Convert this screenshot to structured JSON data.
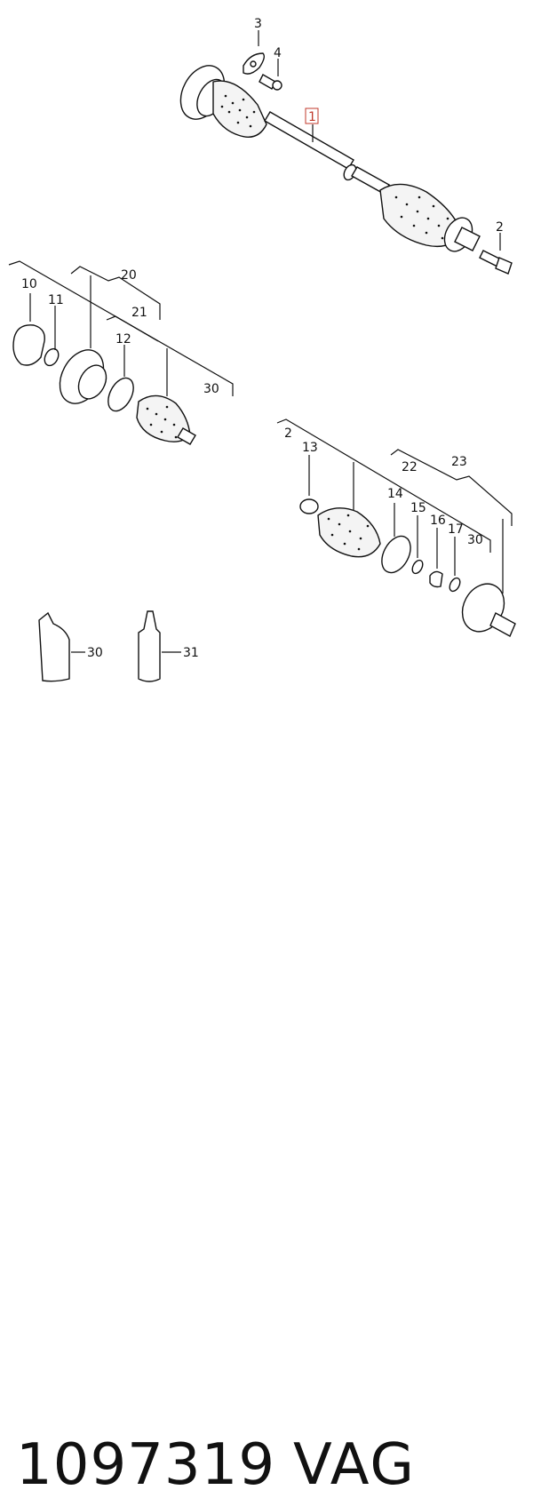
{
  "callouts": {
    "c1": "1",
    "c2_top": "2",
    "c3": "3",
    "c4": "4",
    "c20": "20",
    "c10": "10",
    "c11": "11",
    "c21": "21",
    "c12": "12",
    "c30_left": "30",
    "c2_right": "2",
    "c13": "13",
    "c22": "22",
    "c23": "23",
    "c14": "14",
    "c15": "15",
    "c16": "16",
    "c17": "17",
    "c30_right": "30",
    "c30_tube": "30",
    "c31": "31"
  },
  "caption": {
    "part_number": "1097319",
    "brand": "VAG"
  },
  "colors": {
    "highlight": "#c0392b",
    "ink": "#111111"
  }
}
